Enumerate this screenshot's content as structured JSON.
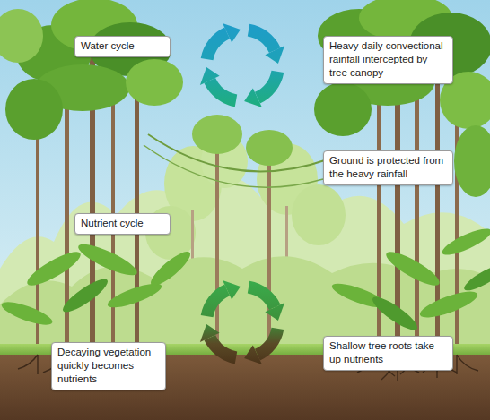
{
  "diagram": {
    "nodes": [
      {
        "text": [
          "Water cycle"
        ]
      },
      {
        "text": [
          "Heavy daily convectional rainfall intercepted by tree canopy"
        ]
      },
      {
        "text": [
          "Ground is protected from the heavy rainfall"
        ]
      },
      {
        "text": [
          "Nutrient cycle"
        ]
      },
      {
        "text": [
          "Decaying vegetation quickly becomes nutrients"
        ]
      },
      {
        "text": [
          "Shallow tree roots take up nutrients"
        ]
      }
    ]
  }
}
